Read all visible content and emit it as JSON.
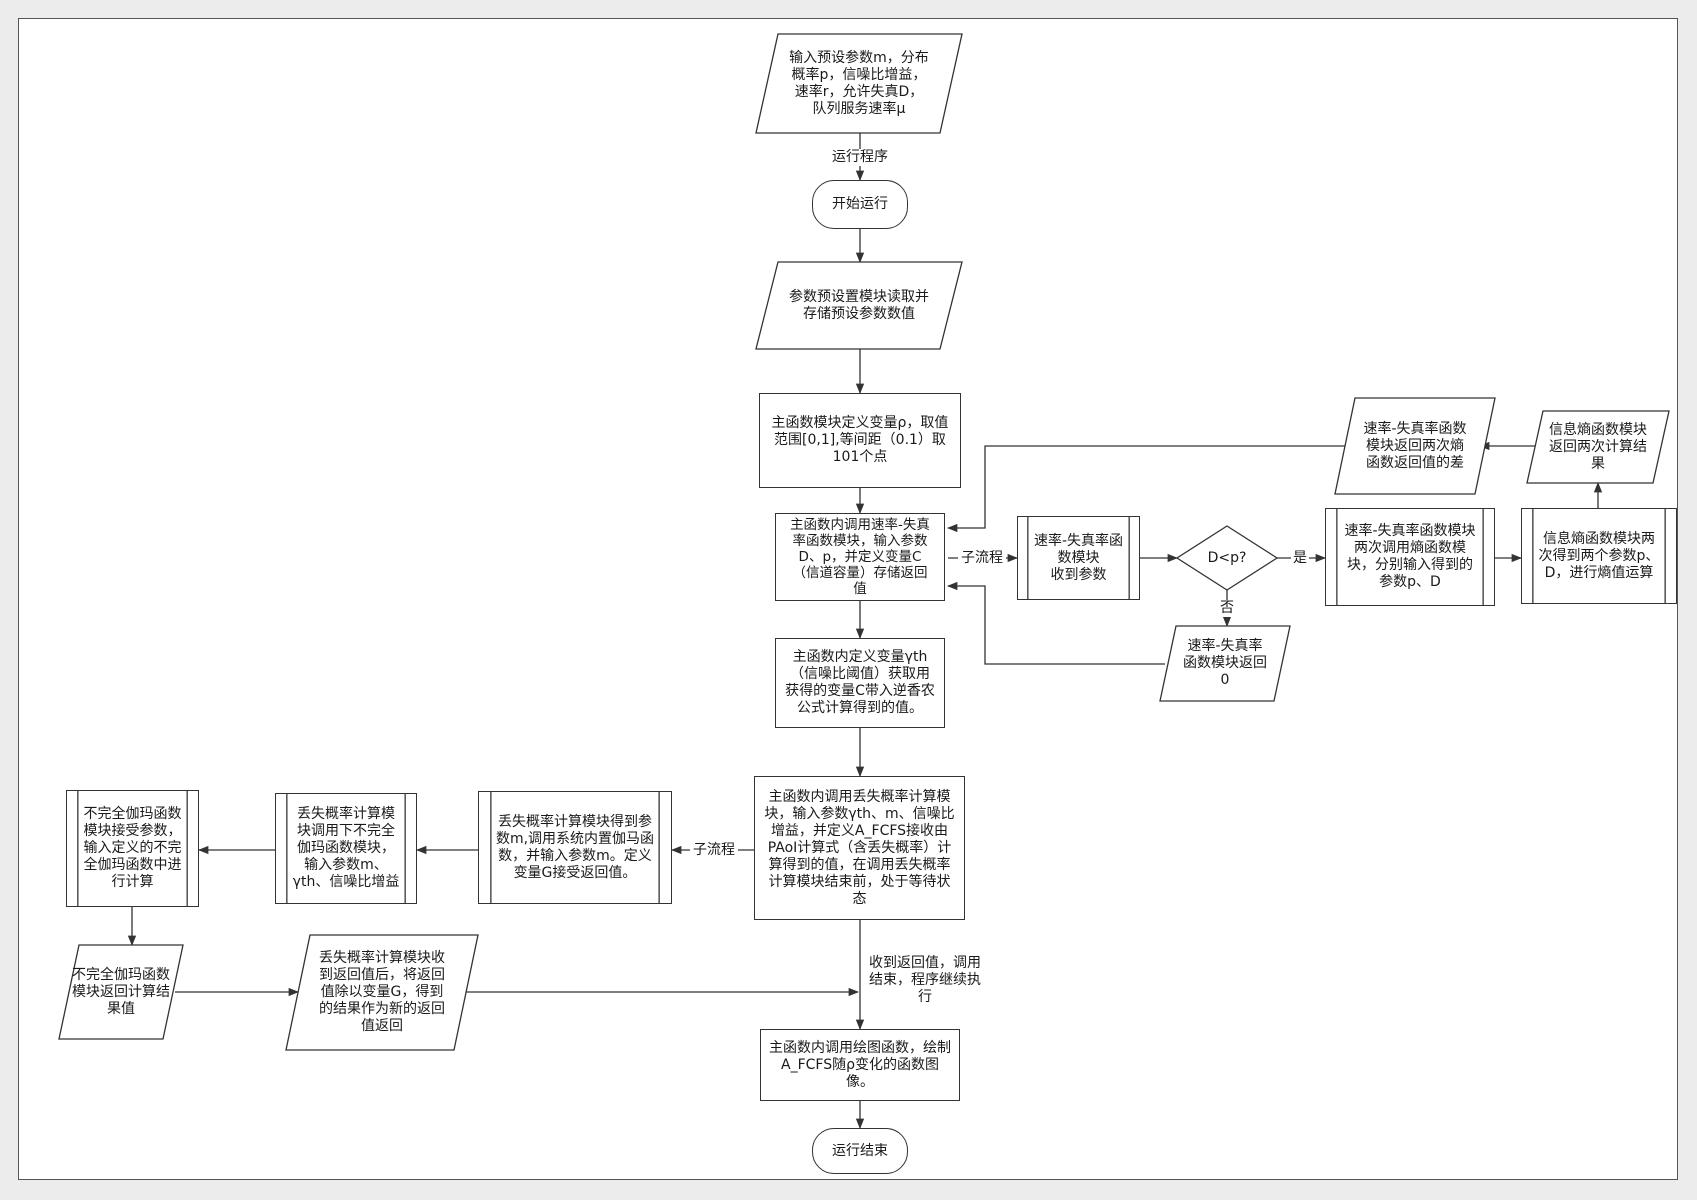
{
  "nodes": {
    "input_params": "输入预设参数m，分布\n概率p，信噪比增益，\n速率r，允许失真D，\n队列服务速率μ",
    "start": "开始运行",
    "preset_read": "参数预设置模块读取并\n存储预设参数数值",
    "define_rho": "主函数模块定义变量ρ，取值\n范围[0,1],等间距（0.1）取\n101个点",
    "call_rd": "主函数内调用速率-失真\n率函数模块，输入参数\nD、p，并定义变量C\n（信道容量）存储返回\n值",
    "rd_receive": "速率-失真率函\n数模块\n收到参数",
    "decision": "D<p?",
    "rd_call_entropy": "速率-失真率函数模块\n两次调用熵函数模\n块，分别输入得到的\n参数p、D",
    "entropy_twice": "信息熵函数模块两\n次得到两个参数p、\nD，进行熵值运算",
    "entropy_return": "信息熵函数模块\n返回两次计算结\n果",
    "rd_return_diff": "速率-失真率函数\n模块返回两次熵\n函数返回值的差",
    "rd_return_zero": "速率-失真率\n函数模块返回\n0",
    "define_gamma": "主函数内定义变量γth\n（信噪比阈值）获取用\n获得的变量C带入逆香农\n公式计算得到的值。",
    "call_loss": "主函数内调用丢失概率计算模\n块，输入参数γth、m、信噪比\n增益，并定义A_FCFS接收由\nPAoI计算式（含丢失概率）计\n算得到的值，在调用丢失概率\n计算模块结束前，处于等待状\n态",
    "loss_receive": "丢失概率计算模块得到参\n数m,调用系统内置伽马函\n数，并输入参数m。定义\n变量G接受返回值。",
    "loss_call_gamma": "丢失概率计算模\n块调用下不完全\n伽玛函数模块，\n输入参数m、\nγth、信噪比增益",
    "gamma_receive": "不完全伽玛函数\n模块接受参数，\n输入定义的不完\n全伽玛函数中进\n行计算",
    "gamma_return": "不完全伽玛函数\n模块返回计算结\n果值",
    "loss_return": "丢失概率计算模块收\n到返回值后，将返回\n值除以变量G，得到\n的结果作为新的返回\n值返回",
    "plot": "主函数内调用绘图函数，绘制\nA_FCFS随ρ变化的函数图\n像。",
    "end": "运行结束"
  },
  "edge_labels": {
    "run_program": "运行程序",
    "subflow_1": "子流程",
    "yes": "是",
    "no": "否",
    "subflow_2": "子流程",
    "resume": "收到返回值，调用\n结束，程序继续执\n行"
  },
  "colors": {
    "line": "#333333",
    "frame": "#555555",
    "fill": "#ffffff",
    "background": "#ececec"
  }
}
